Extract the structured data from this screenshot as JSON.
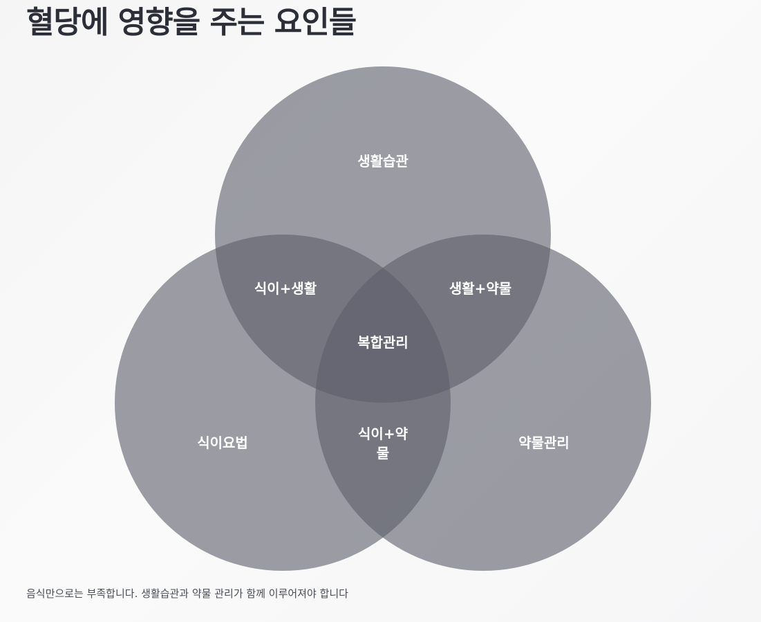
{
  "title": "혈당에 영향을 주는 요인들",
  "caption": "음식만으로는 부족합니다. 생활습관과 약물 관리가 함께 이루어져야 합니다",
  "venn": {
    "sets": {
      "top": "생활습관",
      "left": "식이요법",
      "right": "약물관리"
    },
    "overlaps": {
      "left_top": "식이+생활",
      "top_right": "생활+약물",
      "left_right_line1": "식이+약",
      "left_right_line2": "물",
      "center": "복합관리"
    }
  },
  "colors": {
    "circle_fill": "#5c5e69",
    "label_text": "#ffffff",
    "title_text": "#2c2f38",
    "caption_text": "#4a4d55"
  }
}
